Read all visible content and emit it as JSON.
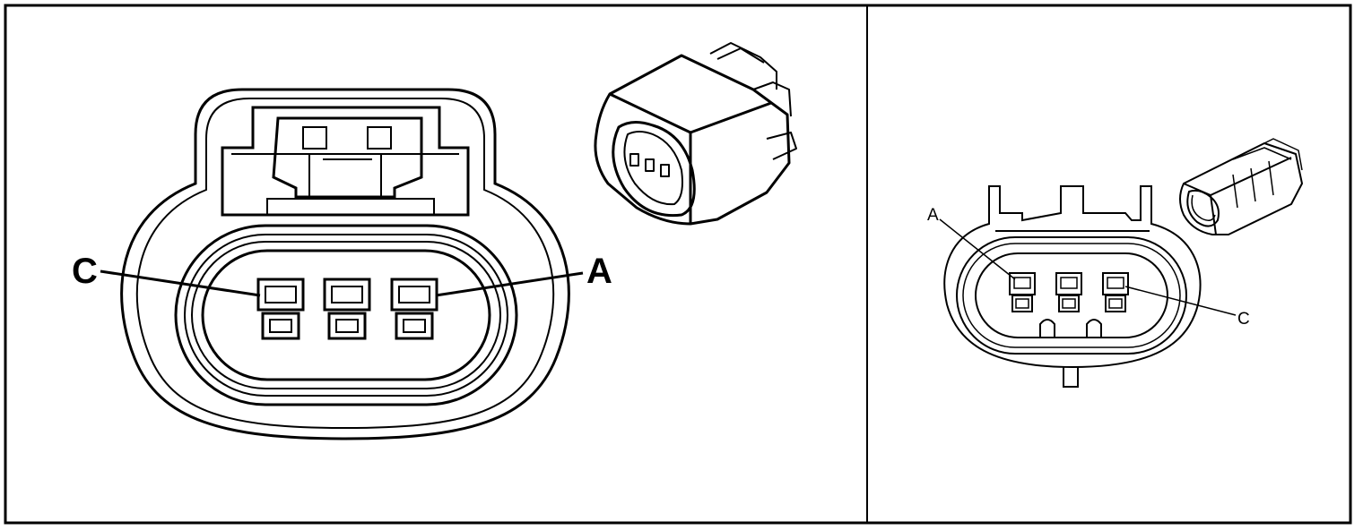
{
  "left_view": {
    "pin_label_left": "C",
    "pin_label_right": "A"
  },
  "right_view": {
    "pin_label_left": "A",
    "pin_label_right": "C"
  }
}
